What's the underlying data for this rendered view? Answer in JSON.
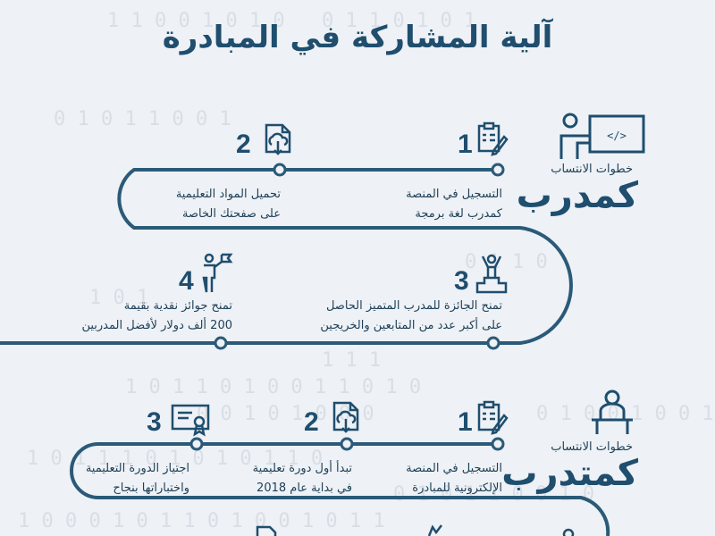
{
  "title": "آلية المشاركة في المبادرة",
  "trainer": {
    "subtitle": "خطوات الانتساب",
    "role": "كمدرب",
    "steps": [
      {
        "num": "1",
        "line1": "التسجيل في المنصة",
        "line2": "كمدرب لغة برمجة",
        "icon": "clipboard-pencil-icon"
      },
      {
        "num": "2",
        "line1": "تحميل المواد التعليمية",
        "line2": "على صفحتك الخاصة",
        "icon": "document-upload-icon"
      },
      {
        "num": "3",
        "line1": "تمنح الجائزة للمدرب المتميز الحاصل",
        "line2": "على أكبر عدد من المتابعين والخريجين",
        "icon": "winner-podium-icon"
      },
      {
        "num": "4",
        "line1": "تمنح جوائز نقدية بقيمة",
        "line2": "200 ألف دولار لأفضل المدربين",
        "icon": "person-flag-icon"
      }
    ]
  },
  "trainee": {
    "subtitle": "خطوات الانتساب",
    "role": "كمتدرب",
    "steps": [
      {
        "num": "1",
        "line1": "التسجيل في المنصة",
        "line2": "الإلكترونية للمبادرة",
        "icon": "clipboard-pencil-icon"
      },
      {
        "num": "2",
        "line1": "تبدأ أول دورة تعليمية",
        "line2": "في بداية عام 2018",
        "icon": "document-upload-icon"
      },
      {
        "num": "3",
        "line1": "اجتياز الدورة التعليمية",
        "line2": "واختباراتها بنجاح",
        "icon": "certificate-icon"
      }
    ]
  },
  "colors": {
    "background": "#eef1f5",
    "primary": "#1f4e6e",
    "path": "#2a5a78",
    "text": "#1d3f57"
  }
}
